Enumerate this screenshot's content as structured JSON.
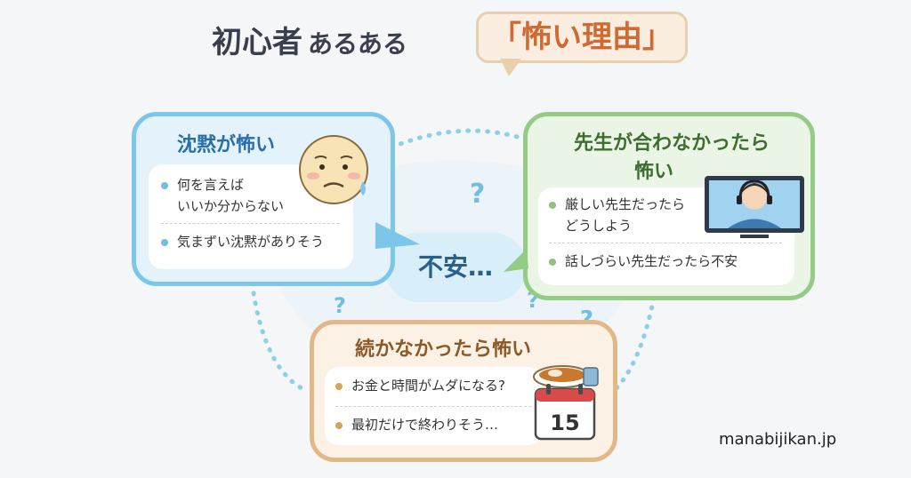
{
  "title": {
    "main": "初心者",
    "sub": "あるある",
    "highlight": "「怖い理由」"
  },
  "center": {
    "text": "不安…"
  },
  "bubbles": {
    "silence": {
      "heading": "沈黙が怖い",
      "items": [
        "何を言えば",
        "いいか分からない",
        "気まずい沈黙がありそう"
      ]
    },
    "teacher": {
      "heading_line1": "先生が合わなかったら",
      "heading_line2": "怖い",
      "items": [
        "厳しい先生だったら",
        "どうしよう",
        "話しづらい先生だったら不安"
      ]
    },
    "continue": {
      "heading": "続かなかったら怖い",
      "items": [
        "お金と時間がムダになる?",
        "最初だけで終わりそう…"
      ]
    }
  },
  "calendar": {
    "day": "15"
  },
  "watermark": "manabijikan.jp",
  "colors": {
    "blue": "#7cc6ea",
    "green": "#94cc86",
    "tan": "#e2b889",
    "orange": "#d06a32",
    "navy": "#3a3f4d"
  }
}
